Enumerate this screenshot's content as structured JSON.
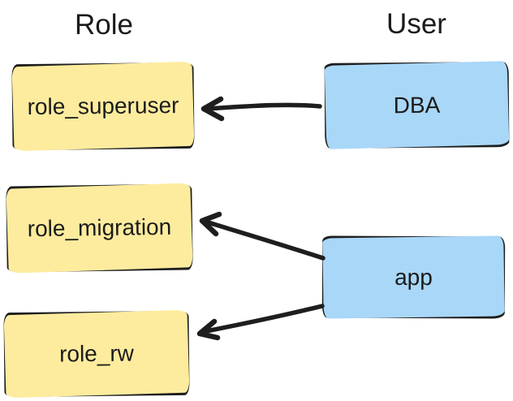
{
  "diagram": {
    "columns": {
      "role": {
        "label": "Role"
      },
      "user": {
        "label": "User"
      }
    },
    "roles": [
      {
        "label": "role_superuser"
      },
      {
        "label": "role_migration"
      },
      {
        "label": "role_rw"
      }
    ],
    "users": [
      {
        "label": "DBA"
      },
      {
        "label": "app"
      }
    ],
    "edges": [
      {
        "from": "DBA",
        "to": "role_superuser"
      },
      {
        "from": "app",
        "to": "role_migration"
      },
      {
        "from": "app",
        "to": "role_rw"
      }
    ],
    "colors": {
      "role_fill": "#fdec9e",
      "user_fill": "#a9d7f8",
      "stroke": "#1e1e1e",
      "text": "#1b1b1b",
      "background": "#ffffff"
    }
  }
}
